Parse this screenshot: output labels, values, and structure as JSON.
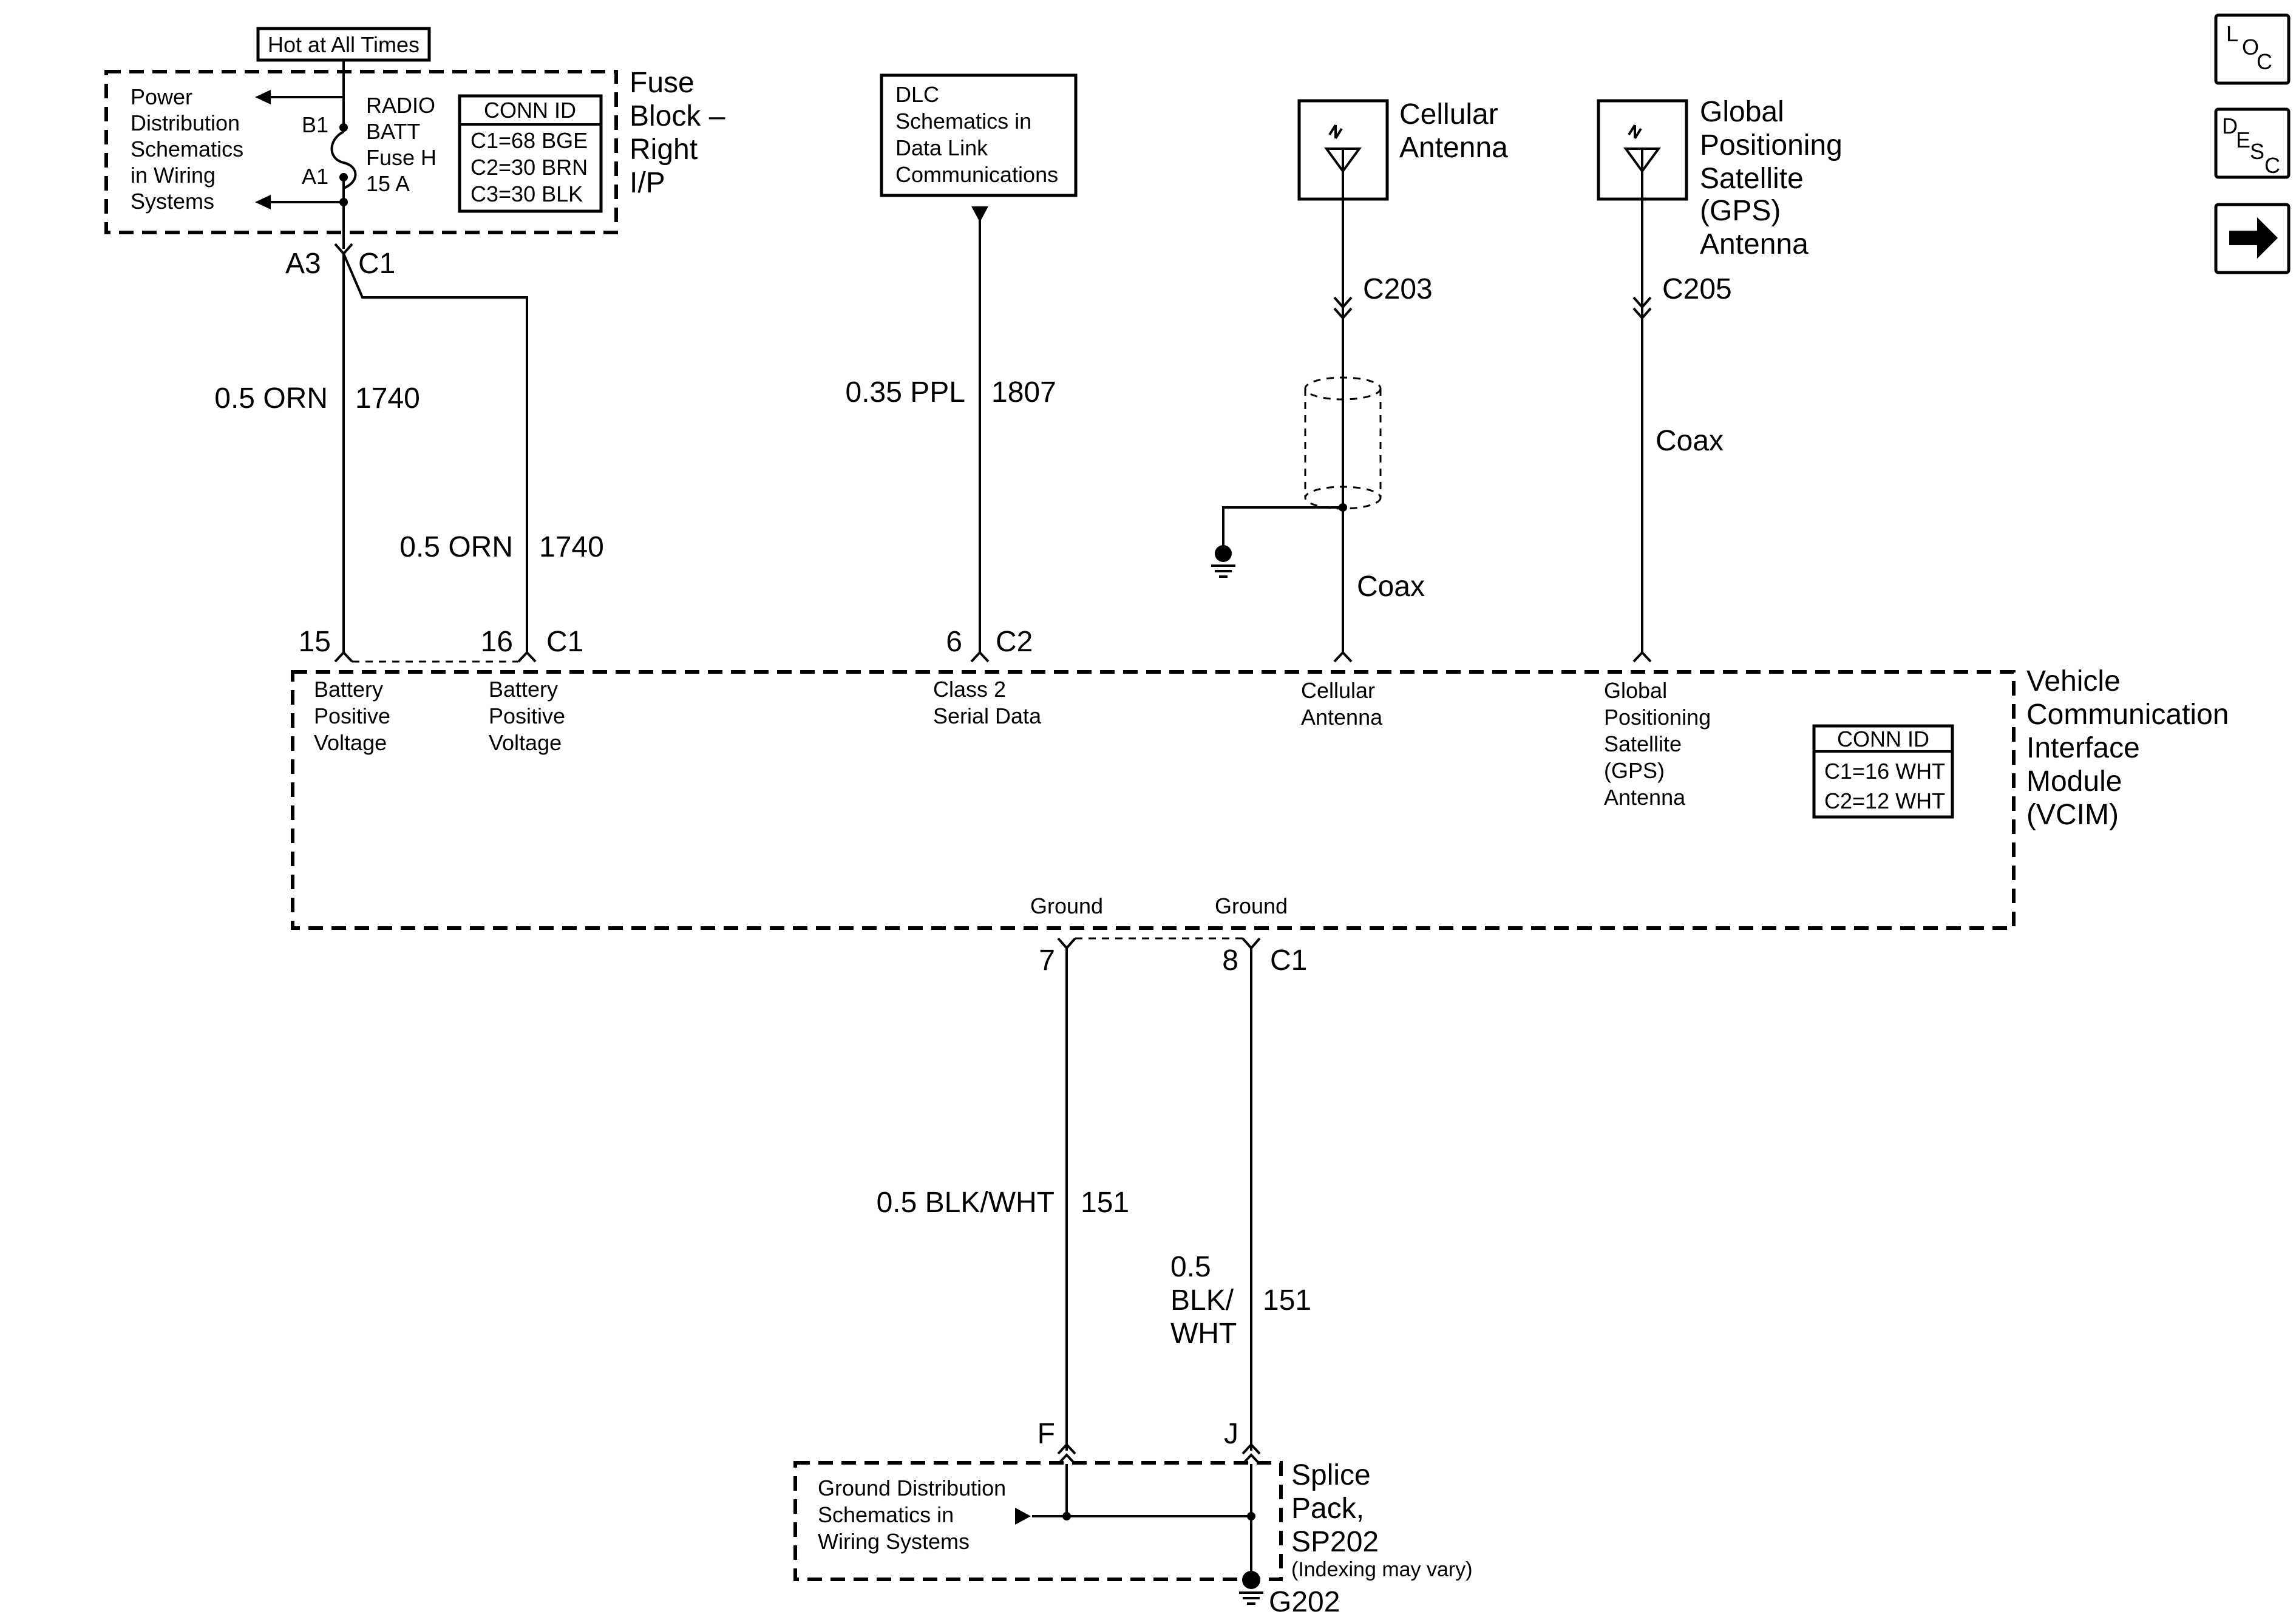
{
  "nav": {
    "loc": {
      "l1": "L",
      "l2": "O",
      "l3": "C"
    },
    "desc": {
      "l1": "D",
      "l2": "E",
      "l3": "S",
      "l4": "C"
    },
    "next_icon": "right-arrow-icon"
  },
  "power": {
    "hot_label": "Hot at All Times",
    "pds_ref": [
      "Power",
      "Distribution",
      "Schematics",
      "in Wiring",
      "Systems"
    ],
    "fuse_lines": [
      "RADIO",
      "BATT",
      "Fuse H",
      "15 A"
    ],
    "pin_b1": "B1",
    "pin_a1": "A1",
    "conn_id": {
      "title": "CONN ID",
      "rows": [
        "C1=68 BGE",
        "C2=30 BRN",
        "C3=30 BLK"
      ]
    },
    "block_name": [
      "Fuse",
      "Block –",
      "Right",
      "I/P"
    ],
    "pin_a3": "A3",
    "conn_c1": "C1"
  },
  "wires": {
    "w1": {
      "gauge": "0.5 ORN",
      "circuit": "1740"
    },
    "w2": {
      "gauge": "0.5 ORN",
      "circuit": "1740"
    },
    "w3": {
      "gauge": "0.35 PPL",
      "circuit": "1807"
    },
    "w4": {
      "gauge": "0.5 BLK/WHT",
      "circuit": "151"
    },
    "w5": {
      "gauge_lines": [
        "0.5",
        "BLK/",
        "WHT"
      ],
      "circuit": "151"
    },
    "coax_gps": "Coax",
    "coax_cell": "Coax"
  },
  "dlc": {
    "lines": [
      "DLC",
      "Schematics in",
      "Data Link",
      "Communications"
    ]
  },
  "cell_antenna": {
    "name": [
      "Cellular",
      "Antenna"
    ],
    "connector": "C203",
    "icon": "antenna-icon"
  },
  "gps_antenna": {
    "name": [
      "Global",
      "Positioning",
      "Satellite",
      "(GPS)",
      "Antenna"
    ],
    "connector": "C205",
    "icon": "antenna-icon"
  },
  "vcim": {
    "name": [
      "Vehicle",
      "Communication",
      "Interface",
      "Module",
      "(VCIM)"
    ],
    "pins_top": {
      "p15": "15",
      "p16": "16",
      "c1": "C1",
      "p6": "6",
      "c2": "C2"
    },
    "labels": {
      "batt1": [
        "Battery",
        "Positive",
        "Voltage"
      ],
      "batt2": [
        "Battery",
        "Positive",
        "Voltage"
      ],
      "class2": [
        "Class 2",
        "Serial Data"
      ],
      "cell": [
        "Cellular",
        "Antenna"
      ],
      "gps": [
        "Global",
        "Positioning",
        "Satellite",
        "(GPS)",
        "Antenna"
      ],
      "ground1": "Ground",
      "ground2": "Ground"
    },
    "conn_id": {
      "title": "CONN ID",
      "rows": [
        "C1=16 WHT",
        "C2=12 WHT"
      ]
    },
    "pins_bottom": {
      "p7": "7",
      "p8": "8",
      "c1": "C1"
    }
  },
  "splice": {
    "pin_f": "F",
    "pin_j": "J",
    "ref": [
      "Ground Distribution",
      "Schematics in",
      "Wiring Systems"
    ],
    "name": [
      "Splice",
      "Pack,",
      "SP202"
    ],
    "note": "(Indexing may vary)",
    "ground": "G202"
  }
}
